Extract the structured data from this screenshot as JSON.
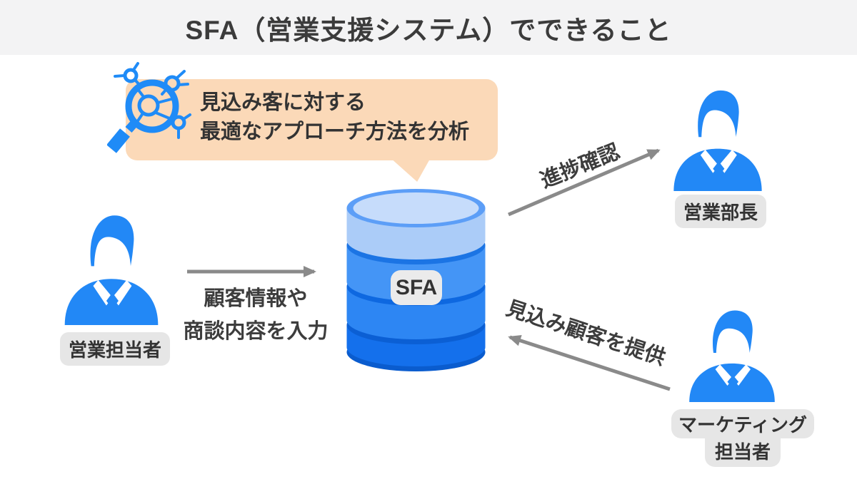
{
  "header": {
    "title": "SFA（営業支援システム）でできること"
  },
  "callout": {
    "icon": "magnifier-network-icon",
    "line1": "見込み客に対する",
    "line2": "最適なアプローチ方法を分析"
  },
  "database": {
    "icon": "database-cylinder-icon",
    "label": "SFA"
  },
  "actors": {
    "sales_rep": {
      "icon": "businessman-icon",
      "label": "営業担当者"
    },
    "sales_manager": {
      "icon": "businessman-icon",
      "label": "営業部長"
    },
    "marketer": {
      "icon": "businessman-icon",
      "line1": "マーケティング",
      "line2": "担当者"
    }
  },
  "flows": {
    "input": {
      "line1": "顧客情報や",
      "line2": "商談内容を入力"
    },
    "progress": {
      "label": "進捗確認"
    },
    "leads": {
      "label": "見込み顧客を提供"
    }
  },
  "colors": {
    "accent_blue": "#2288F6",
    "bubble_peach": "#FBD9B8",
    "arrow_gray": "#8A8A8A",
    "label_pill_gray": "#E6E6E6",
    "header_gray": "#F3F3F4",
    "text_dark": "#333333",
    "db_top_face": "#C6DCFB",
    "db_band1": "#ABCCF8",
    "db_band2": "#4495F6",
    "db_band3": "#2D86F3",
    "db_band4": "#1470EC"
  }
}
